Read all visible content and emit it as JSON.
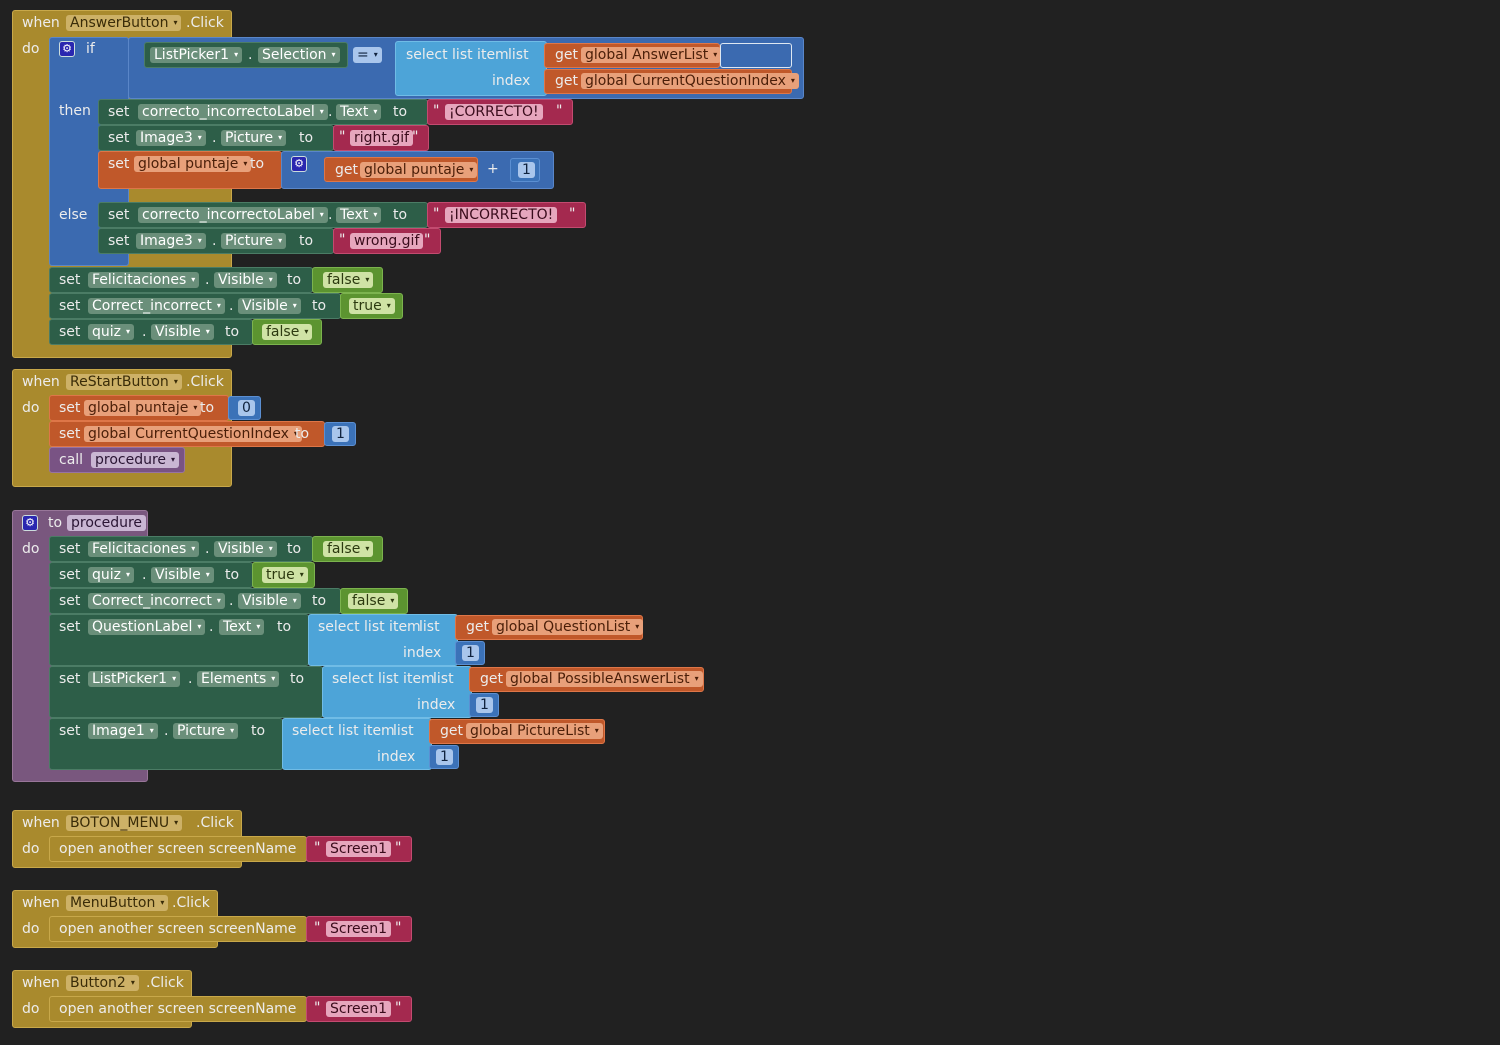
{
  "blocks": {
    "b1": {
      "when": "when",
      "component": "AnswerButton",
      "click": ".Click",
      "do": "do",
      "if": "if",
      "then": "then",
      "else": "else",
      "cond_left": {
        "component": "ListPicker1",
        "property": "Selection"
      },
      "op": "=",
      "select_list": {
        "label": "select list item",
        "list": "list",
        "index": "index",
        "get": "get",
        "var1": "global AnswerList",
        "var2": "global CurrentQuestionIndex"
      },
      "then_rows": [
        {
          "set": "set",
          "component": "correcto_incorrectoLabel",
          "property": "Text",
          "to": "to",
          "value": "¡CORRECTO!"
        },
        {
          "set": "set",
          "component": "Image3",
          "property": "Picture",
          "to": "to",
          "value": "right.gif"
        },
        {
          "set": "set",
          "var": "global puntaje",
          "to": "to",
          "get": "get",
          "getvar": "global puntaje",
          "plus": "+",
          "num": "1"
        }
      ],
      "else_rows": [
        {
          "set": "set",
          "component": "correcto_incorrectoLabel",
          "property": "Text",
          "to": "to",
          "value": "¡INCORRECTO!"
        },
        {
          "set": "set",
          "component": "Image3",
          "property": "Picture",
          "to": "to",
          "value": "wrong.gif"
        }
      ],
      "after_rows": [
        {
          "set": "set",
          "component": "Felicitaciones",
          "property": "Visible",
          "to": "to",
          "value": "false"
        },
        {
          "set": "set",
          "component": "Correct_incorrect",
          "property": "Visible",
          "to": "to",
          "value": "true"
        },
        {
          "set": "set",
          "component": "quiz",
          "property": "Visible",
          "to": "to",
          "value": "false"
        }
      ]
    },
    "b2": {
      "when": "when",
      "component": "ReStartButton",
      "click": ".Click",
      "do": "do",
      "row1": {
        "set": "set",
        "var": "global puntaje",
        "to": "to",
        "num": "0"
      },
      "row2": {
        "set": "set",
        "var": "global CurrentQuestionIndex",
        "to": "to",
        "num": "1"
      },
      "row3": {
        "call": "call",
        "proc": "procedure"
      }
    },
    "b3": {
      "to": "to",
      "name": "procedure",
      "do": "do",
      "rows": [
        {
          "set": "set",
          "component": "Felicitaciones",
          "property": "Visible",
          "to": "to",
          "value": "false"
        },
        {
          "set": "set",
          "component": "quiz",
          "property": "Visible",
          "to": "to",
          "value": "true"
        },
        {
          "set": "set",
          "component": "Correct_incorrect",
          "property": "Visible",
          "to": "to",
          "value": "false"
        },
        {
          "set": "set",
          "component": "QuestionLabel",
          "property": "Text",
          "to": "to",
          "select": "select list item",
          "list": "list",
          "index": "index",
          "get": "get",
          "var": "global QuestionList",
          "num": "1"
        },
        {
          "set": "set",
          "component": "ListPicker1",
          "property": "Elements",
          "to": "to",
          "select": "select list item",
          "list": "list",
          "index": "index",
          "get": "get",
          "var": "global PossibleAnswerList",
          "num": "1"
        },
        {
          "set": "set",
          "component": "Image1",
          "property": "Picture",
          "to": "to",
          "select": "select list item",
          "list": "list",
          "index": "index",
          "get": "get",
          "var": "global PictureList",
          "num": "1"
        }
      ]
    },
    "b4": {
      "when": "when",
      "component": "BOTON_MENU",
      "click": ".Click",
      "do": "do",
      "action": "open another screen  screenName",
      "value": "Screen1"
    },
    "b5": {
      "when": "when",
      "component": "MenuButton",
      "click": ".Click",
      "do": "do",
      "action": "open another screen  screenName",
      "value": "Screen1"
    },
    "b6": {
      "when": "when",
      "component": "Button2",
      "click": ".Click",
      "do": "do",
      "action": "open another screen  screenName",
      "value": "Screen1"
    }
  },
  "quote": "\"",
  "colors": {
    "event": "#a98a2d",
    "procedure": "#79577e",
    "control": "#3b6ab0",
    "set": "#2d5e48",
    "variable": "#c0582a",
    "list": "#4da4d8",
    "text": "#a4294f",
    "logic": "#5c9430",
    "math": "#3b72b8"
  }
}
